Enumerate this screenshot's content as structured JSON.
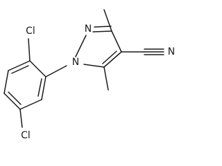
{
  "molecule": {
    "atoms": {
      "cl_top": "Cl",
      "cl_bottom": "Cl",
      "n_ring": "N",
      "n1": "N",
      "n_nitrile": "N"
    }
  }
}
